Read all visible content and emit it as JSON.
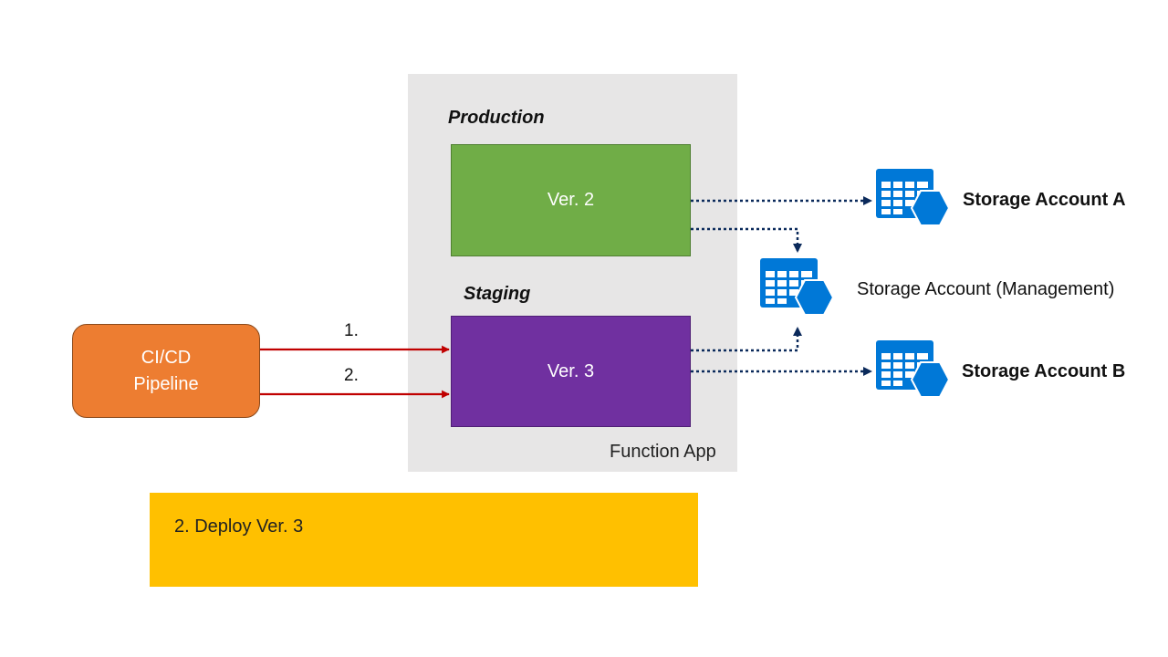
{
  "function_app": {
    "label": "Function App",
    "slots": {
      "production": {
        "label": "Production",
        "version": "Ver. 2",
        "color": "#70ad47"
      },
      "staging": {
        "label": "Staging",
        "version": "Ver. 3",
        "color": "#7030a0"
      }
    },
    "background": "#e7e6e6"
  },
  "pipeline": {
    "line1": "CI/CD",
    "line2": "Pipeline",
    "color": "#ed7d31"
  },
  "steps": [
    {
      "label": "1."
    },
    {
      "label": "2."
    }
  ],
  "storage_accounts": {
    "a": {
      "label": "Storage Account A",
      "icon": "azure-storage-table-icon"
    },
    "management": {
      "label": "Storage Account (Management)",
      "icon": "azure-storage-table-icon"
    },
    "b": {
      "label": "Storage Account B",
      "icon": "azure-storage-table-icon"
    }
  },
  "caption": {
    "text": "2. Deploy Ver. 3",
    "color": "#ffc000"
  },
  "colors": {
    "deploy_arrow": "#c00000",
    "connection_line": "#0b2a5b",
    "storage_icon": "#0078d7"
  }
}
